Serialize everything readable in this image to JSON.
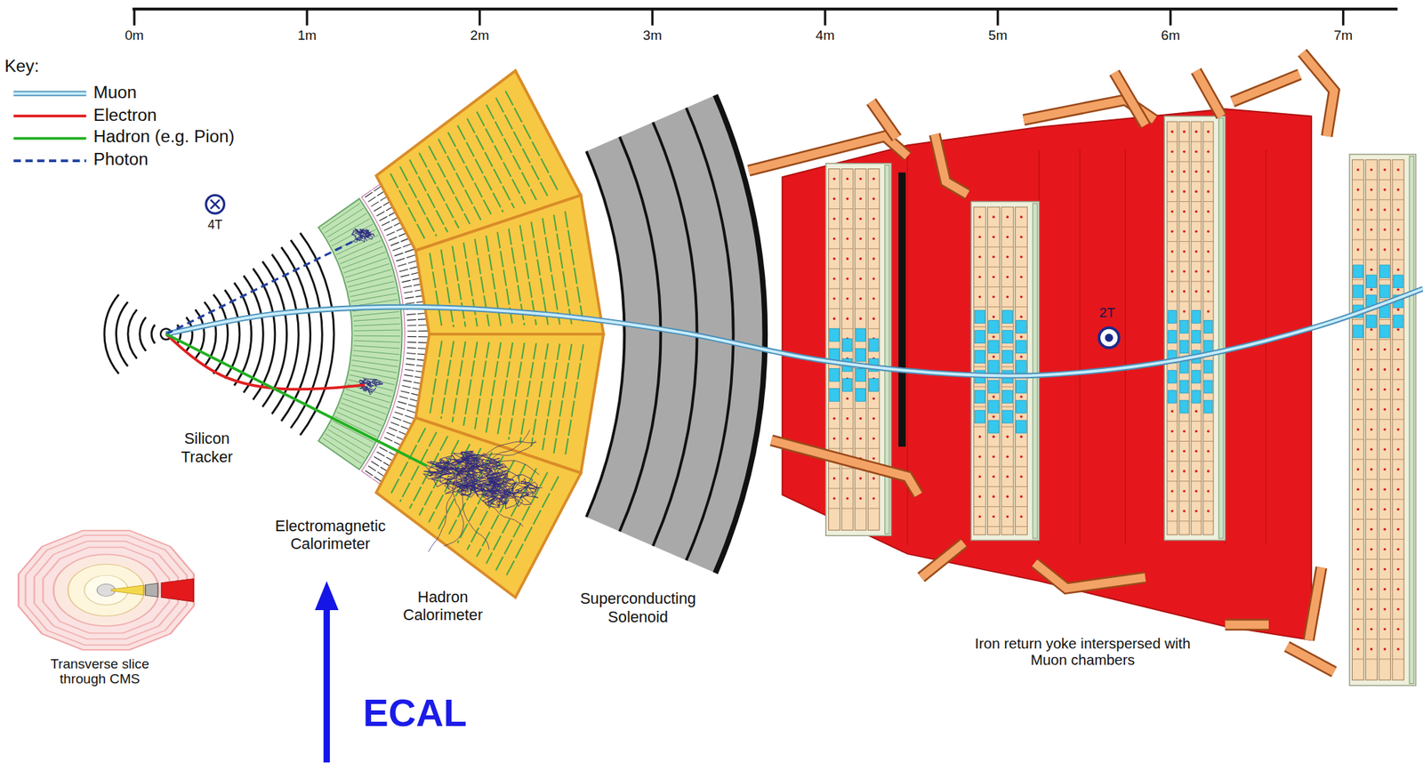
{
  "diagram": {
    "labels": [
      "0m",
      "1m",
      "2m",
      "3m",
      "4m",
      "5m",
      "6m",
      "7m",
      "Key:",
      "4T",
      "Silicon Tracker",
      "Electromagnetic Calorimeter",
      "Hadron Calorimeter",
      "Superconducting Solenoid",
      "2T",
      "Iron return yoke interspersed with Muon chambers",
      "Transverse slice through CMS",
      "ECAL"
    ],
    "legend": [
      {
        "text": "Muon"
      },
      {
        "text": "Electron"
      },
      {
        "text": "Hadron (e.g. Pion)"
      },
      {
        "text": "Photon"
      }
    ]
  }
}
